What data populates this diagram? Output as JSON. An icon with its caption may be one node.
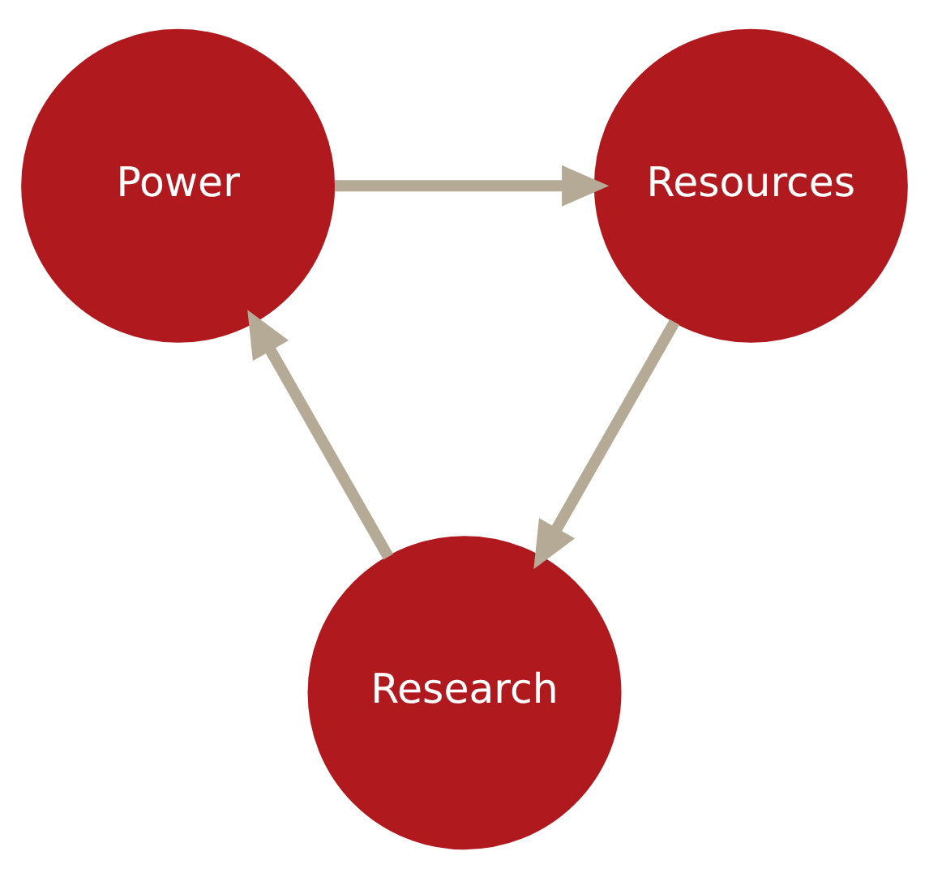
{
  "diagram": {
    "nodes": [
      {
        "text": [
          "Power"
        ]
      },
      {
        "text": [
          "Resources"
        ]
      },
      {
        "text": [
          "Research"
        ]
      }
    ],
    "edges": [
      {
        "from": 0,
        "to": 1,
        "arrow": "to"
      },
      {
        "from": 1,
        "to": 2,
        "arrow": "to"
      },
      {
        "from": 2,
        "to": 0,
        "arrow": "to"
      }
    ]
  }
}
